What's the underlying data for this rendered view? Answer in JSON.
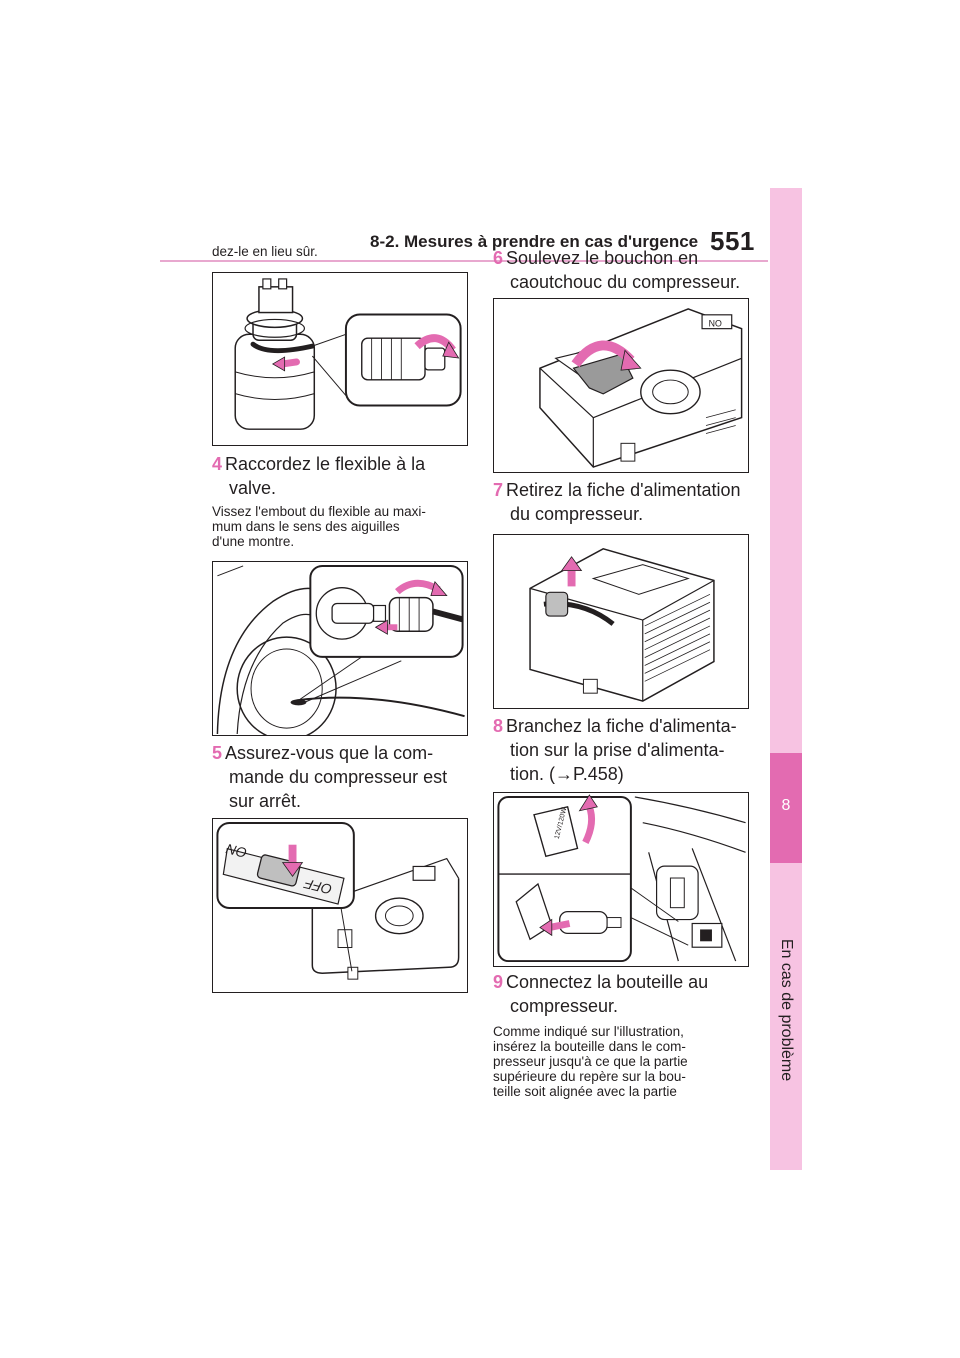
{
  "header": {
    "section_title": "8-2. Mesures à prendre en cas d'urgence",
    "page_number": "551"
  },
  "side_tab": {
    "chapter_number": "8",
    "chapter_title": "En cas de problème"
  },
  "left_column": {
    "intro": "dez-le en lieu sûr.",
    "step4": {
      "number": "4",
      "line1": "Raccordez le flexible à la",
      "line2": "valve."
    },
    "step4_note": {
      "line1": "Vissez l'embout du flexible au maxi-",
      "line2": "mum dans le sens des aiguilles",
      "line3": "d'une montre."
    },
    "step5": {
      "number": "5",
      "line1": "Assurez-vous que la com-",
      "line2": "mande du compresseur est",
      "line3": "sur arrêt."
    },
    "switch_labels": {
      "on": "ON",
      "off": "OFF"
    }
  },
  "right_column": {
    "step6": {
      "number": "6",
      "line1": "Soulevez le bouchon en",
      "line2": "caoutchouc du compresseur."
    },
    "step7": {
      "number": "7",
      "line1": "Retirez la fiche d'alimentation",
      "line2": "du compresseur."
    },
    "step8": {
      "number": "8",
      "line1": "Branchez la fiche d'alimenta-",
      "line2": "tion sur la prise d'alimenta-",
      "line3": "tion. (→P.458)"
    },
    "step9": {
      "number": "9",
      "line1": "Connectez la bouteille au",
      "line2": "compresseur."
    },
    "step9_note": {
      "line1": "Comme indiqué sur l'illustration,",
      "line2": "insérez la bouteille dans le com-",
      "line3": "presseur jusqu'à ce que la partie",
      "line4": "supérieure du repère sur la bou-",
      "line5": "teille soit alignée avec la partie"
    },
    "socket_label": "12V/120W",
    "compressor_label": "ON"
  },
  "colors": {
    "accent_pink": "#e36bb1",
    "tab_light_pink": "#f7c3e2",
    "rule_pink": "#e8a8cf",
    "text": "#231f20"
  }
}
